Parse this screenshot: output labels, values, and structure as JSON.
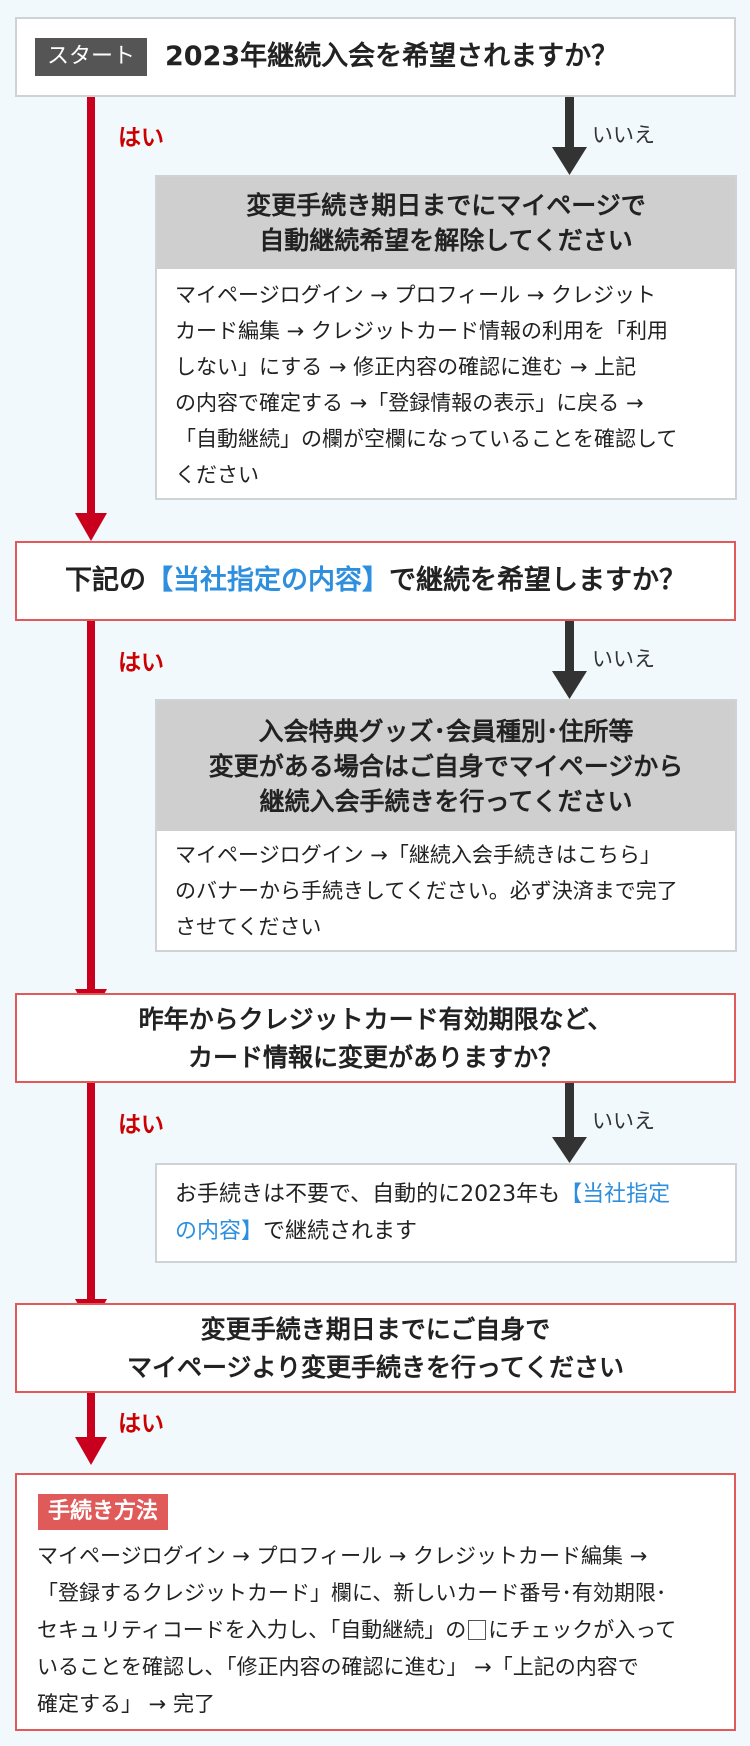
{
  "start": {
    "tag": "スタート",
    "question": "2023年継続入会を希望されますか？"
  },
  "branches": {
    "yes": "はい",
    "no": "いいえ"
  },
  "no1": {
    "head_line1": "変更手続き期日までにマイページで",
    "head_line2": "自動継続希望を解除してください",
    "body_line1": "マイページログイン → プロフィール → クレジット",
    "body_line2": "カード編集 → クレジットカード情報の利用を「利用",
    "body_line3": "しない」にする → 修正内容の確認に進む → 上記",
    "body_line4": "の内容で確定する →「登録情報の表示」に戻る →",
    "body_line5": "「自動継続」の欄が空欄になっていることを確認して",
    "body_line6": "ください"
  },
  "q2": {
    "pre": "下記の",
    "highlight": "【当社指定の内容】",
    "post": "で継続を希望しますか？"
  },
  "no2": {
    "head_line1": "入会特典グッズ･会員種別･住所等",
    "head_line2": "変更がある場合はご自身でマイページから",
    "head_line3": "継続入会手続きを行ってください",
    "body_line1": "マイページログイン →「継続入会手続きはこちら」",
    "body_line2": "のバナーから手続きしてください。必ず決済まで完了",
    "body_line3": "させてください"
  },
  "q3": {
    "line1": "昨年からクレジットカード有効期限など、",
    "line2": "カード情報に変更がありますか？"
  },
  "no3": {
    "pre": "お手続きは不要で、自動的に2023年も",
    "highlight1": "【当社指定",
    "highlight2": "の内容】",
    "post": "で継続されます"
  },
  "q4": {
    "line1": "変更手続き期日までにご自身で",
    "line2": "マイページより変更手続きを行ってください"
  },
  "method": {
    "tag": "手続き方法",
    "line1": "マイページログイン → プロフィール → クレジットカード編集 →",
    "line2": "「登録するクレジットカード」欄に、新しいカード番号･有効期限･",
    "line3_pre": "セキュリティコードを入力し､「自動継続」の",
    "line3_post": "にチェックが入って",
    "line4": "いることを確認し､「修正内容の確認に進む」 →「上記の内容で",
    "line5": "確定する」 → 完了"
  },
  "colors": {
    "red_arrow": "#c8001e",
    "dark_arrow": "#333333",
    "highlight": "#2e8fde",
    "box_red_border": "#e05a5a"
  }
}
